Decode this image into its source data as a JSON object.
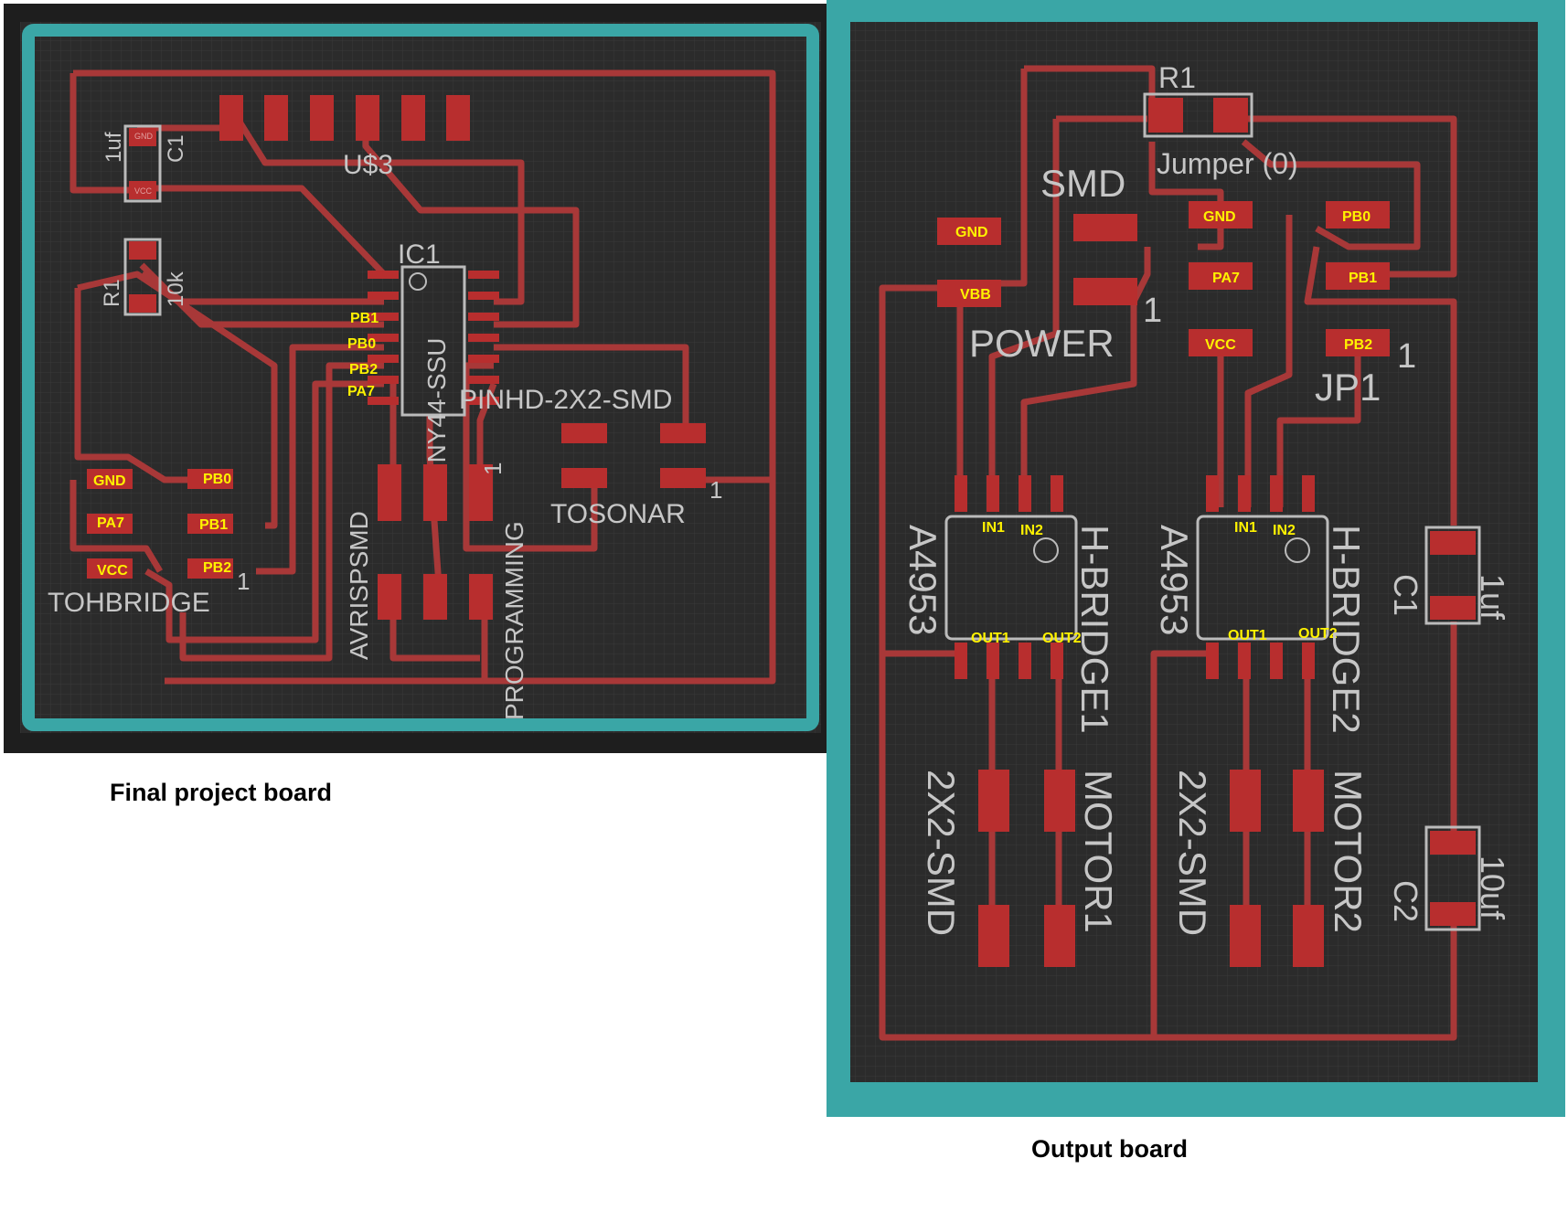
{
  "captions": {
    "left": "Final project board",
    "right": "Output board"
  },
  "colors": {
    "board_bg": "#2b2b2b",
    "trace": "#b03a3a",
    "pad": "#b82e2e",
    "outline": "#3aa6a6",
    "silk": "#c6c6c6",
    "pad_label": "#fff200"
  },
  "left_board": {
    "silk": {
      "c1_ref": "C1",
      "c1_val": "1uf",
      "r1_ref": "R1",
      "r1_val": "10k",
      "u3": "U$3",
      "ic1": "IC1",
      "ic1_part": "ATTINY44-SSU",
      "pinhd": "PINHD-2X2-SMD",
      "avrisp": "AVRISPSMD",
      "programming": "PROGRAMMING",
      "tosonar": "TOSONAR",
      "tohbridge": "TOHBRIDGE",
      "one": "1"
    },
    "pad_labels": {
      "pb1": "PB1",
      "pb0": "PB0",
      "pb2": "PB2",
      "pa7": "PA7",
      "gnd": "GND",
      "vcc": "VCC"
    }
  },
  "right_board": {
    "silk": {
      "r1": "R1",
      "jumper": "Jumper (0)",
      "smd": "SMD",
      "power": "POWER",
      "jp1": "JP1",
      "a4953": "A4953",
      "hbridge1": "H-BRIDGE1",
      "hbridge2": "H-BRIDGE2",
      "c1": "C1",
      "c1_val": "1uf",
      "c2": "C2",
      "c2_val": "10uf",
      "smd2x2": "2X2-SMD",
      "motor1": "MOTOR1",
      "motor2": "MOTOR2",
      "one": "1"
    },
    "pad_labels": {
      "gnd": "GND",
      "vbb": "VBB",
      "pb0": "PB0",
      "pa7": "PA7",
      "vcc": "VCC",
      "pb1": "PB1",
      "pb2": "PB2",
      "in1": "IN1",
      "in2": "IN2",
      "out1": "OUT1",
      "out2": "OUT2"
    }
  }
}
